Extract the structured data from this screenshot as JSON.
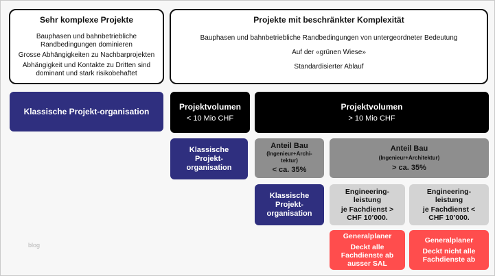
{
  "top_left": {
    "title": "Sehr komplexe Projekte",
    "lines": [
      "Bauphasen und bahnbetriebliche",
      "Randbedingungen  dominieren",
      "Grosse Abhängigkeiten zu Nachbarprojekten",
      "Abhängigkeit und Kontakte zu Dritten sind",
      "dominant und  stark risikobehaftet"
    ]
  },
  "top_right": {
    "title": "Projekte mit beschränkter Komplexität",
    "lines": [
      "Bauphasen und bahnbetriebliche Randbedingungen von untergeordneter Bedeutung",
      "Auf der «grünen Wiese»",
      "Standardisierter Ablauf"
    ]
  },
  "classic_main": "Klassische Projekt-organisation",
  "volume_small": {
    "title": "Projektvolumen",
    "value": "< 10 Mio CHF"
  },
  "volume_large": {
    "title": "Projektvolumen",
    "value": "> 10 Mio CHF"
  },
  "classic_small": [
    "Klassische",
    "Projekt-",
    "organisation"
  ],
  "anteil_small": {
    "title": "Anteil Bau",
    "sub1": "(Ingenieur+Archi-",
    "sub2": "tektur)",
    "value": "< ca. 35%"
  },
  "anteil_large": {
    "title": "Anteil Bau",
    "sub": "(Ingenieur+Architektur)",
    "value": "> ca. 35%"
  },
  "classic_mid": [
    "Klassische",
    "Projekt-",
    "organisation"
  ],
  "engineering_left": [
    "Engineering-",
    "leistung",
    "je Fachdienst >",
    "CHF 10’000."
  ],
  "engineering_right": [
    "Engineering-",
    "leistung",
    "je Fachdienst <",
    "CHF 10’000."
  ],
  "general_left": {
    "title": "Generalplaner",
    "lines": [
      "Deckt alle",
      "Fachdienste ab",
      "ausser SAL"
    ]
  },
  "general_right": {
    "title": "Generalplaner",
    "lines": [
      "Deckt nicht  alle",
      "Fachdienste ab"
    ]
  },
  "watermark": "blog",
  "colors": {
    "navy": "#2f2f7f",
    "black": "#000000",
    "gray": "#8e8e8e",
    "light_gray": "#d3d3d3",
    "red": "#ff4d4d"
  }
}
